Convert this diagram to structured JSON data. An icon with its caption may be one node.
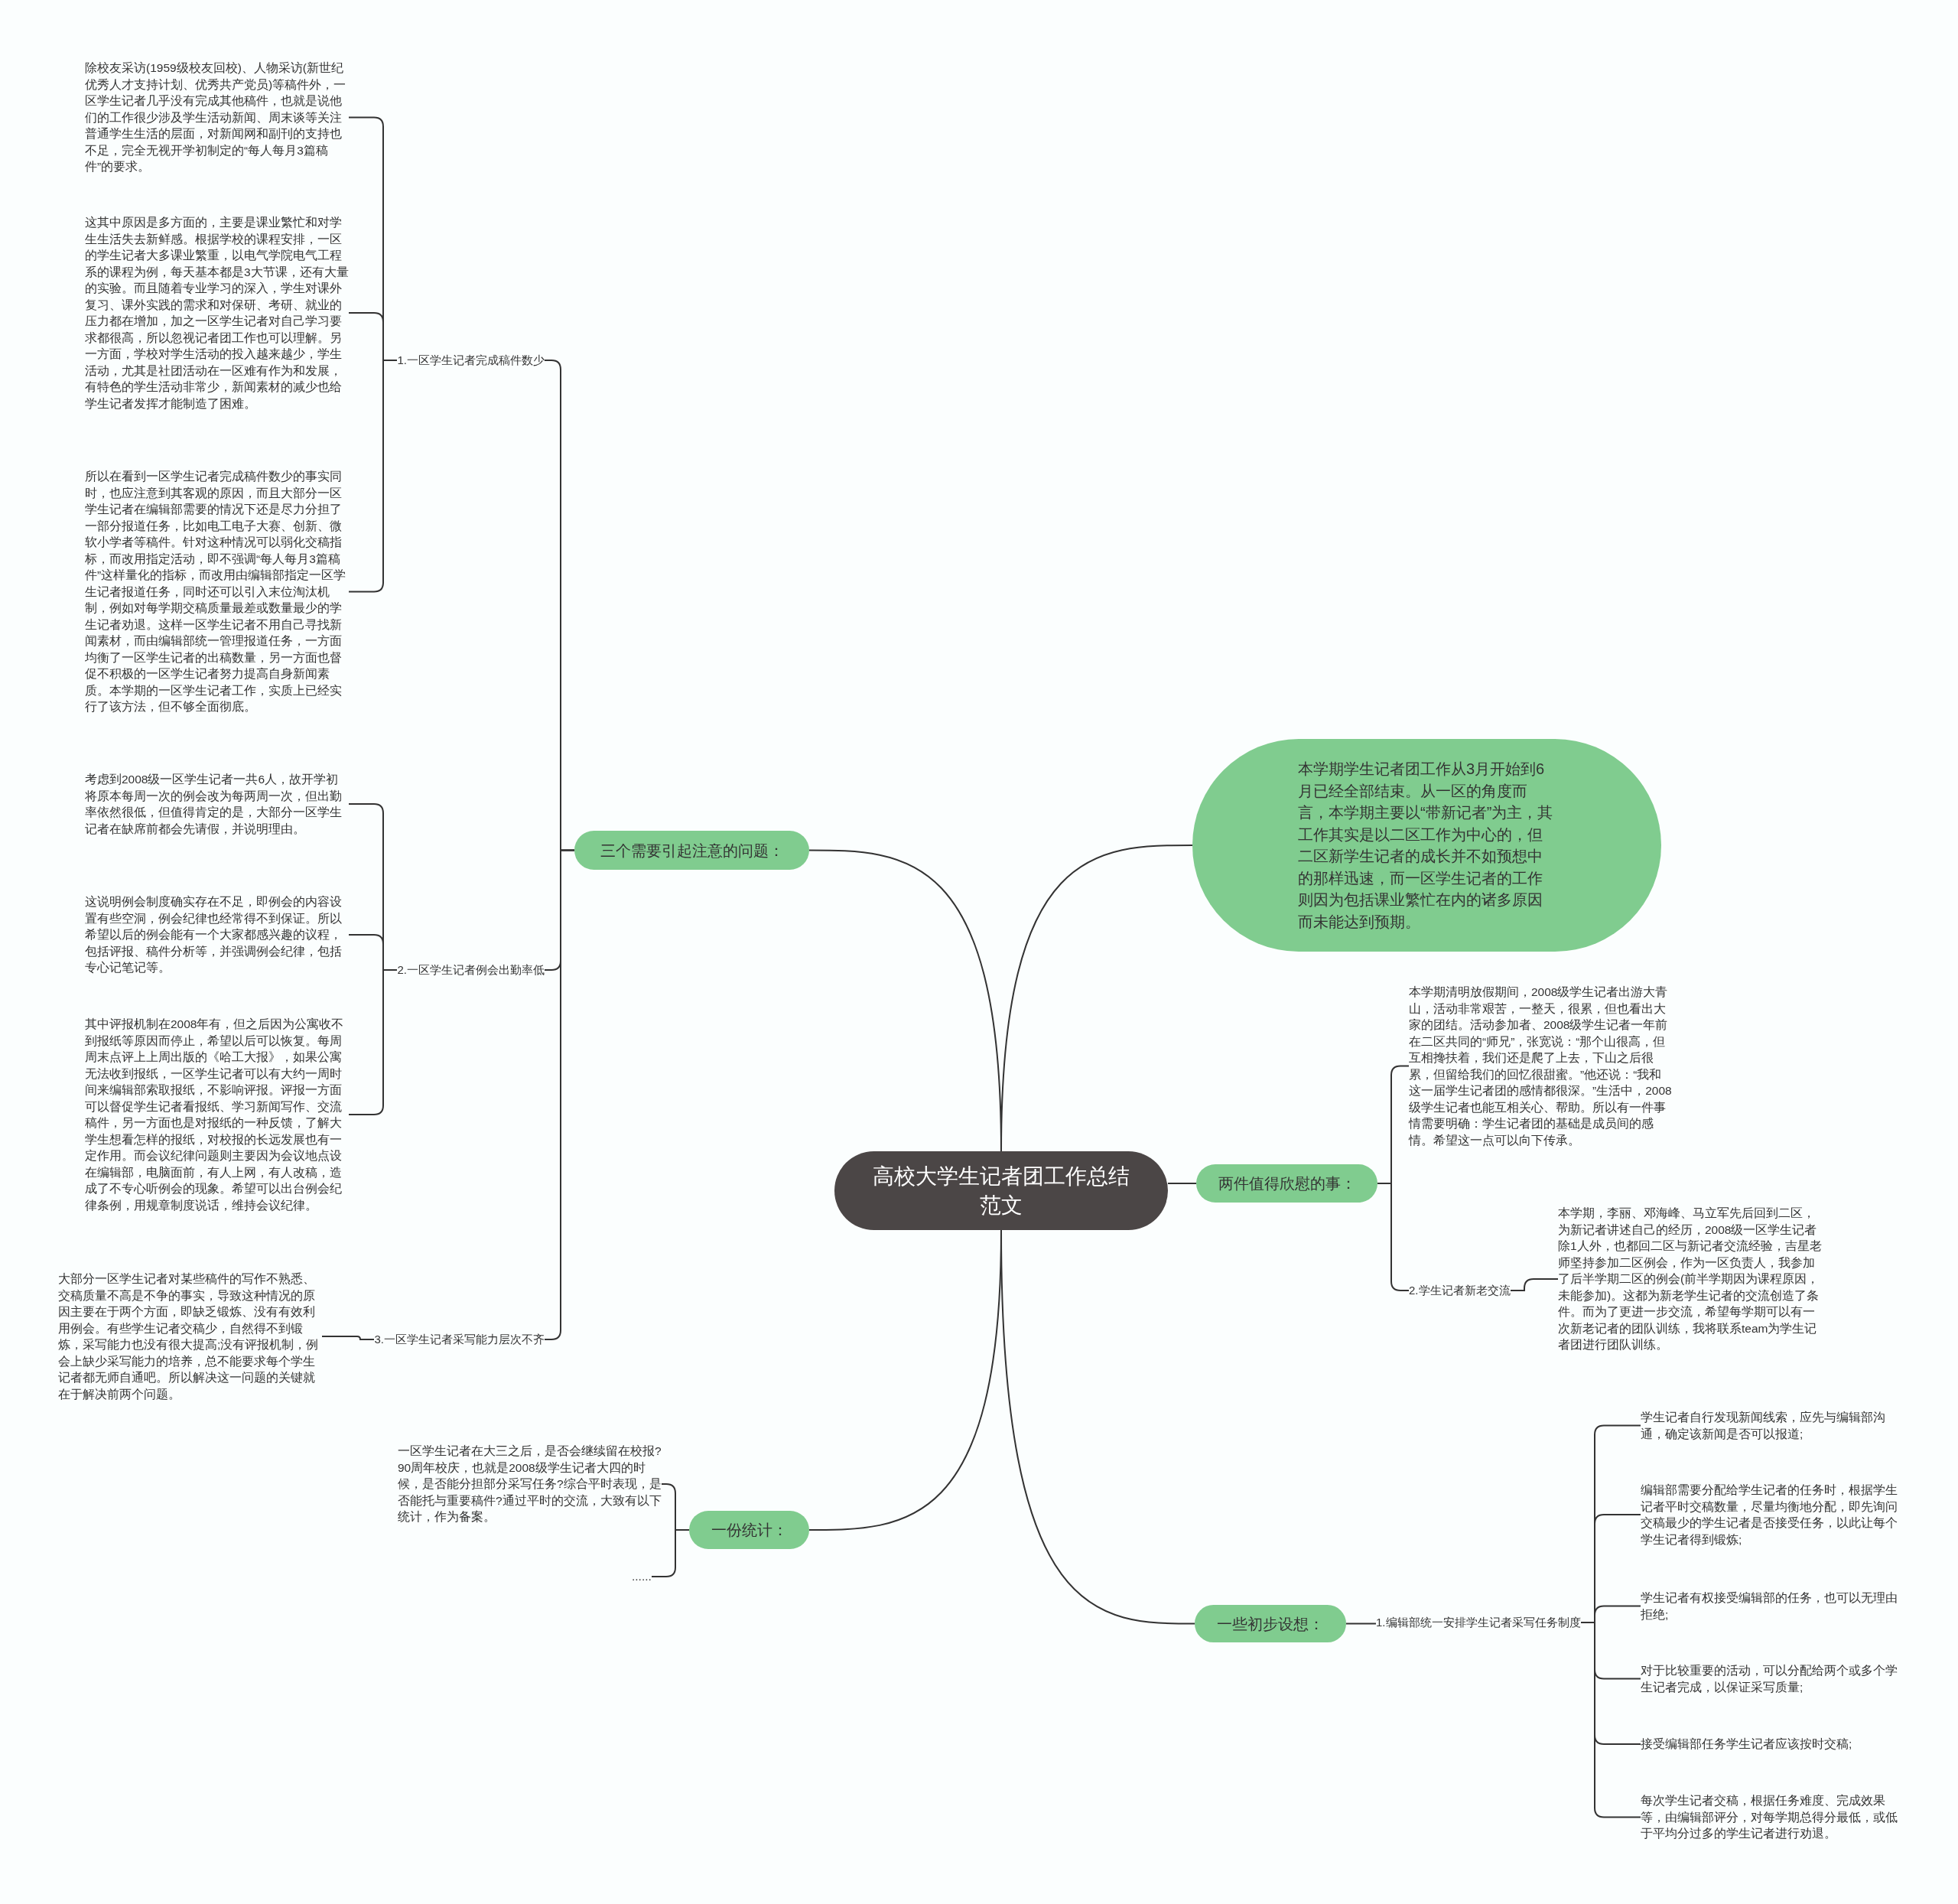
{
  "diagram": {
    "nodes": [
      {
        "text": [
          "高校大学生记者团工作总结范文"
        ]
      },
      {
        "text": [
          "三个需要引起注意的问题："
        ]
      },
      {
        "text": [
          "1.一区学生记者完成稿件数少"
        ]
      },
      {
        "text": [
          "除校友采访(1959级校友回校)、人物采访(新世纪优秀人才支持计划、优秀共产党员)等稿件外，一区学生记者几乎没有完成其他稿件，也就是说他们的工作很少涉及学生活动新闻、周末谈等关注普通学生生活的层面，对新闻网和副刊的支持也不足，完全无视开学初制定的“每人每月3篇稿件”的要求。"
        ]
      },
      {
        "text": [
          "这其中原因是多方面的，主要是课业繁忙和对学生生活失去新鲜感。根据学校的课程安排，一区的学生记者大多课业繁重，以电气学院电气工程系的课程为例，每天基本都是3大节课，还有大量的实验。而且随着专业学习的深入，学生对课外复习、课外实践的需求和对保研、考研、就业的压力都在增加，加之一区学生记者对自己学习要求都很高，所以忽视记者团工作也可以理解。另一方面，学校对学生活动的投入越来越少，学生活动，尤其是社团活动在一区难有作为和发展，有特色的学生活动非常少，新闻素材的减少也给学生记者发挥才能制造了困难。"
        ]
      },
      {
        "text": [
          "所以在看到一区学生记者完成稿件数少的事实同时，也应注意到其客观的原因，而且大部分一区学生记者在编辑部需要的情况下还是尽力分担了一部分报道任务，比如电工电子大赛、创新、微软小学者等稿件。针对这种情况可以弱化交稿指标，而改用指定活动，即不强调“每人每月3篇稿件”这样量化的指标，而改用由编辑部指定一区学生记者报道任务，同时还可以引入末位淘汰机制，例如对每学期交稿质量最差或数量最少的学生记者劝退。这样一区学生记者不用自己寻找新闻素材，而由编辑部统一管理报道任务，一方面均衡了一区学生记者的出稿数量，另一方面也督促不积极的一区学生记者努力提高自身新闻素质。本学期的一区学生记者工作，实质上已经实行了该方法，但不够全面彻底。"
        ]
      },
      {
        "text": [
          "2.一区学生记者例会出勤率低"
        ]
      },
      {
        "text": [
          "考虑到2008级一区学生记者一共6人，故开学初将原本每周一次的例会改为每两周一次，但出勤率依然很低，但值得肯定的是，大部分一区学生记者在缺席前都会先请假，并说明理由。"
        ]
      },
      {
        "text": [
          "这说明例会制度确实存在不足，即例会的内容设置有些空洞，例会纪律也经常得不到保证。所以希望以后的例会能有一个大家都感兴趣的议程，包括评报、稿件分析等，并强调例会纪律，包括专心记笔记等。"
        ]
      },
      {
        "text": [
          "其中评报机制在2008年有，但之后因为公寓收不到报纸等原因而停止，希望以后可以恢复。每周周末点评上上周出版的《哈工大报》，如果公寓无法收到报纸，一区学生记者可以有大约一周时间来编辑部索取报纸，不影响评报。评报一方面可以督促学生记者看报纸、学习新闻写作、交流稿件，另一方面也是对报纸的一种反馈，了解大学生想看怎样的报纸，对校报的长远发展也有一定作用。而会议纪律问题则主要因为会议地点设在编辑部，电脑面前，有人上网，有人改稿，造成了不专心听例会的现象。希望可以出台例会纪律条例，用规章制度说话，维持会议纪律。"
        ]
      },
      {
        "text": [
          "3.一区学生记者采写能力层次不齐"
        ]
      },
      {
        "text": [
          "大部分一区学生记者对某些稿件的写作不熟悉、交稿质量不高是不争的事实，导致这种情况的原因主要在于两个方面，即缺乏锻炼、没有有效利用例会。有些学生记者交稿少，自然得不到锻炼，采写能力也没有很大提高;没有评报机制，例会上缺少采写能力的培养，总不能要求每个学生记者都无师自通吧。所以解决这一问题的关键就在于解决前两个问题。"
        ]
      },
      {
        "text": [
          "一份统计："
        ]
      },
      {
        "text": [
          "一区学生记者在大三之后，是否会继续留在校报?90周年校庆，也就是2008级学生记者大四的时候，是否能分担部分采写任务?综合平时表现，是否能托与重要稿件?通过平时的交流，大致有以下统计，作为备案。"
        ]
      },
      {
        "text": [
          "......"
        ]
      },
      {
        "text": [
          "本学期学生记者团工作从3月开始到6月已经全部结束。从一区的角度而言，本学期主要以“带新记者”为主，其工作其实是以二区工作为中心的，但二区新学生记者的成长并不如预想中的那样迅速，而一区学生记者的工作则因为包括课业繁忙在内的诸多原因而未能达到预期。"
        ]
      },
      {
        "text": [
          "两件值得欣慰的事："
        ]
      },
      {
        "text": [
          "本学期清明放假期间，2008级学生记者出游大青山，活动非常艰苦，一整天，很累，但也看出大家的团结。活动参加者、2008级学生记者一年前在二区共同的“师兄”，张宽说：“那个山很高，但互相搀扶着，我们还是爬了上去，下山之后很累，但留给我们的回忆很甜蜜。”他还说：“我和这一届学生记者团的感情都很深。”生活中，2008级学生记者也能互相关心、帮助。所以有一件事情需要明确：学生记者团的基础是成员间的感情。希望这一点可以向下传承。"
        ]
      },
      {
        "text": [
          "2.学生记者新老交流"
        ]
      },
      {
        "text": [
          "本学期，李丽、邓海峰、马立军先后回到二区，为新记者讲述自己的经历，2008级一区学生记者除1人外，也都回二区与新记者交流经验，吉星老师坚持参加二区例会，作为一区负责人，我参加了后半学期二区的例会(前半学期因为课程原因，未能参加)。这都为新老学生记者的交流创造了条件。而为了更进一步交流，希望每学期可以有一次新老记者的团队训练，我将联系team为学生记者团进行团队训练。"
        ]
      },
      {
        "text": [
          "一些初步设想："
        ]
      },
      {
        "text": [
          "1.编辑部统一安排学生记者采写任务制度"
        ]
      },
      {
        "text": [
          "学生记者自行发现新闻线索，应先与编辑部沟通，确定该新闻是否可以报道;"
        ]
      },
      {
        "text": [
          "编辑部需要分配给学生记者的任务时，根据学生记者平时交稿数量，尽量均衡地分配，即先询问交稿最少的学生记者是否接受任务，以此让每个学生记者得到锻炼;"
        ]
      },
      {
        "text": [
          "学生记者有权接受编辑部的任务，也可以无理由拒绝;"
        ]
      },
      {
        "text": [
          "对于比较重要的活动，可以分配给两个或多个学生记者完成，以保证采写质量;"
        ]
      },
      {
        "text": [
          "接受编辑部任务学生记者应该按时交稿;"
        ]
      },
      {
        "text": [
          "每次学生记者交稿，根据任务难度、完成效果等，由编辑部评分，对每学期总得分最低，或低于平均分过多的学生记者进行劝退。"
        ]
      }
    ],
    "edges": [
      {
        "from": 0,
        "to": 1,
        "arrow": "none"
      },
      {
        "from": 1,
        "to": 2,
        "arrow": "none"
      },
      {
        "from": 2,
        "to": 3,
        "arrow": "none"
      },
      {
        "from": 2,
        "to": 4,
        "arrow": "none"
      },
      {
        "from": 2,
        "to": 5,
        "arrow": "none"
      },
      {
        "from": 1,
        "to": 6,
        "arrow": "none"
      },
      {
        "from": 6,
        "to": 7,
        "arrow": "none"
      },
      {
        "from": 6,
        "to": 8,
        "arrow": "none"
      },
      {
        "from": 6,
        "to": 9,
        "arrow": "none"
      },
      {
        "from": 1,
        "to": 10,
        "arrow": "none"
      },
      {
        "from": 10,
        "to": 11,
        "arrow": "none"
      },
      {
        "from": 0,
        "to": 12,
        "arrow": "none"
      },
      {
        "from": 12,
        "to": 13,
        "arrow": "none"
      },
      {
        "from": 12,
        "to": 14,
        "arrow": "none"
      },
      {
        "from": 0,
        "to": 15,
        "arrow": "none"
      },
      {
        "from": 0,
        "to": 16,
        "arrow": "none"
      },
      {
        "from": 16,
        "to": 17,
        "arrow": "none"
      },
      {
        "from": 16,
        "to": 18,
        "arrow": "none"
      },
      {
        "from": 18,
        "to": 19,
        "arrow": "none"
      },
      {
        "from": 0,
        "to": 20,
        "arrow": "none"
      },
      {
        "from": 20,
        "to": 21,
        "arrow": "none"
      },
      {
        "from": 21,
        "to": 22,
        "arrow": "none"
      },
      {
        "from": 21,
        "to": 23,
        "arrow": "none"
      },
      {
        "from": 21,
        "to": 24,
        "arrow": "none"
      },
      {
        "from": 21,
        "to": 25,
        "arrow": "none"
      },
      {
        "from": 21,
        "to": 26,
        "arrow": "none"
      },
      {
        "from": 21,
        "to": 27,
        "arrow": "none"
      }
    ]
  }
}
